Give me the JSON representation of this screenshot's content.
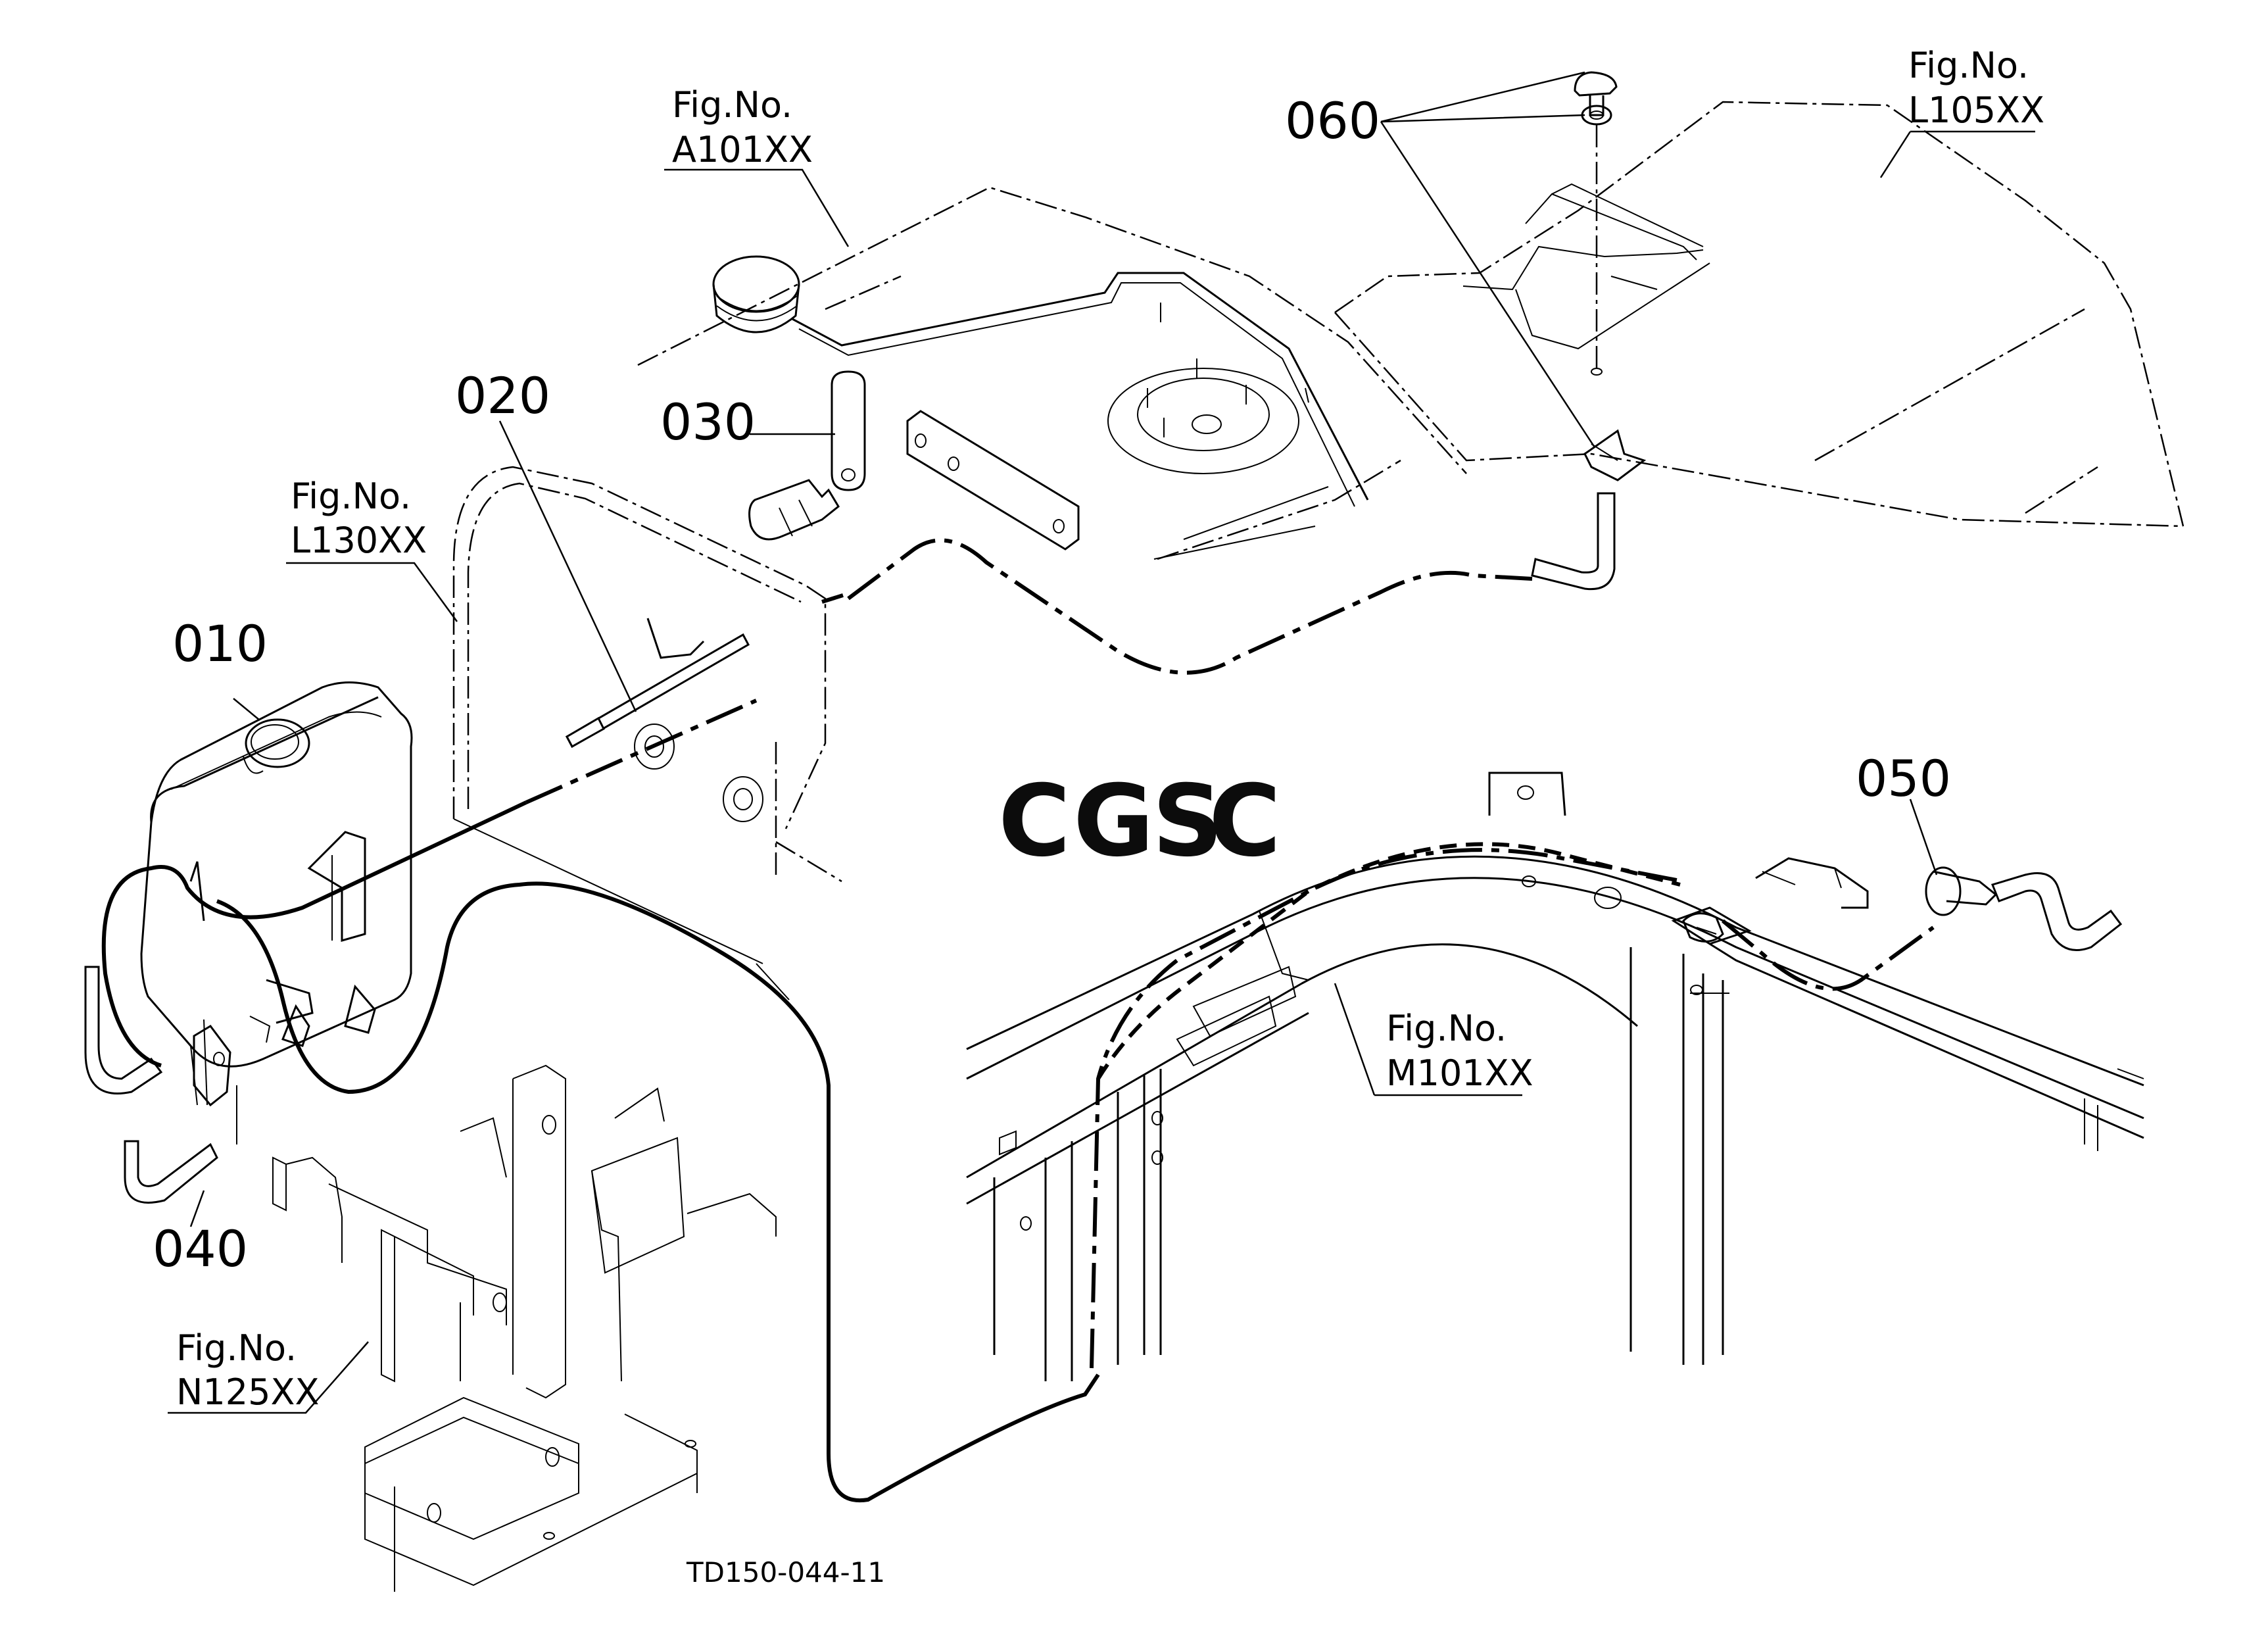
{
  "parts": [
    {
      "id": "010",
      "label": "010"
    },
    {
      "id": "020",
      "label": "020"
    },
    {
      "id": "030",
      "label": "030"
    },
    {
      "id": "040",
      "label": "040"
    },
    {
      "id": "050",
      "label": "050"
    },
    {
      "id": "060",
      "label": "060"
    }
  ],
  "figure_refs": [
    {
      "id": "A101XX",
      "line1": "Fig.No.",
      "line2": "A101XX"
    },
    {
      "id": "L105XX",
      "line1": "Fig.No.",
      "line2": "L105XX"
    },
    {
      "id": "L130XX",
      "line1": "Fig.No.",
      "line2": "L130XX"
    },
    {
      "id": "M101XX",
      "line1": "Fig.No.",
      "line2": "M101XX"
    },
    {
      "id": "N125XX",
      "line1": "Fig.No.",
      "line2": "N125XX"
    }
  ],
  "drawing_id": "TD150-044-11",
  "watermark": {
    "letters": [
      "C",
      "G",
      "S",
      "C"
    ],
    "colors": [
      "#6fa0e6",
      "#ee8a86",
      "#f5cf6b",
      "#7cc59b"
    ]
  }
}
